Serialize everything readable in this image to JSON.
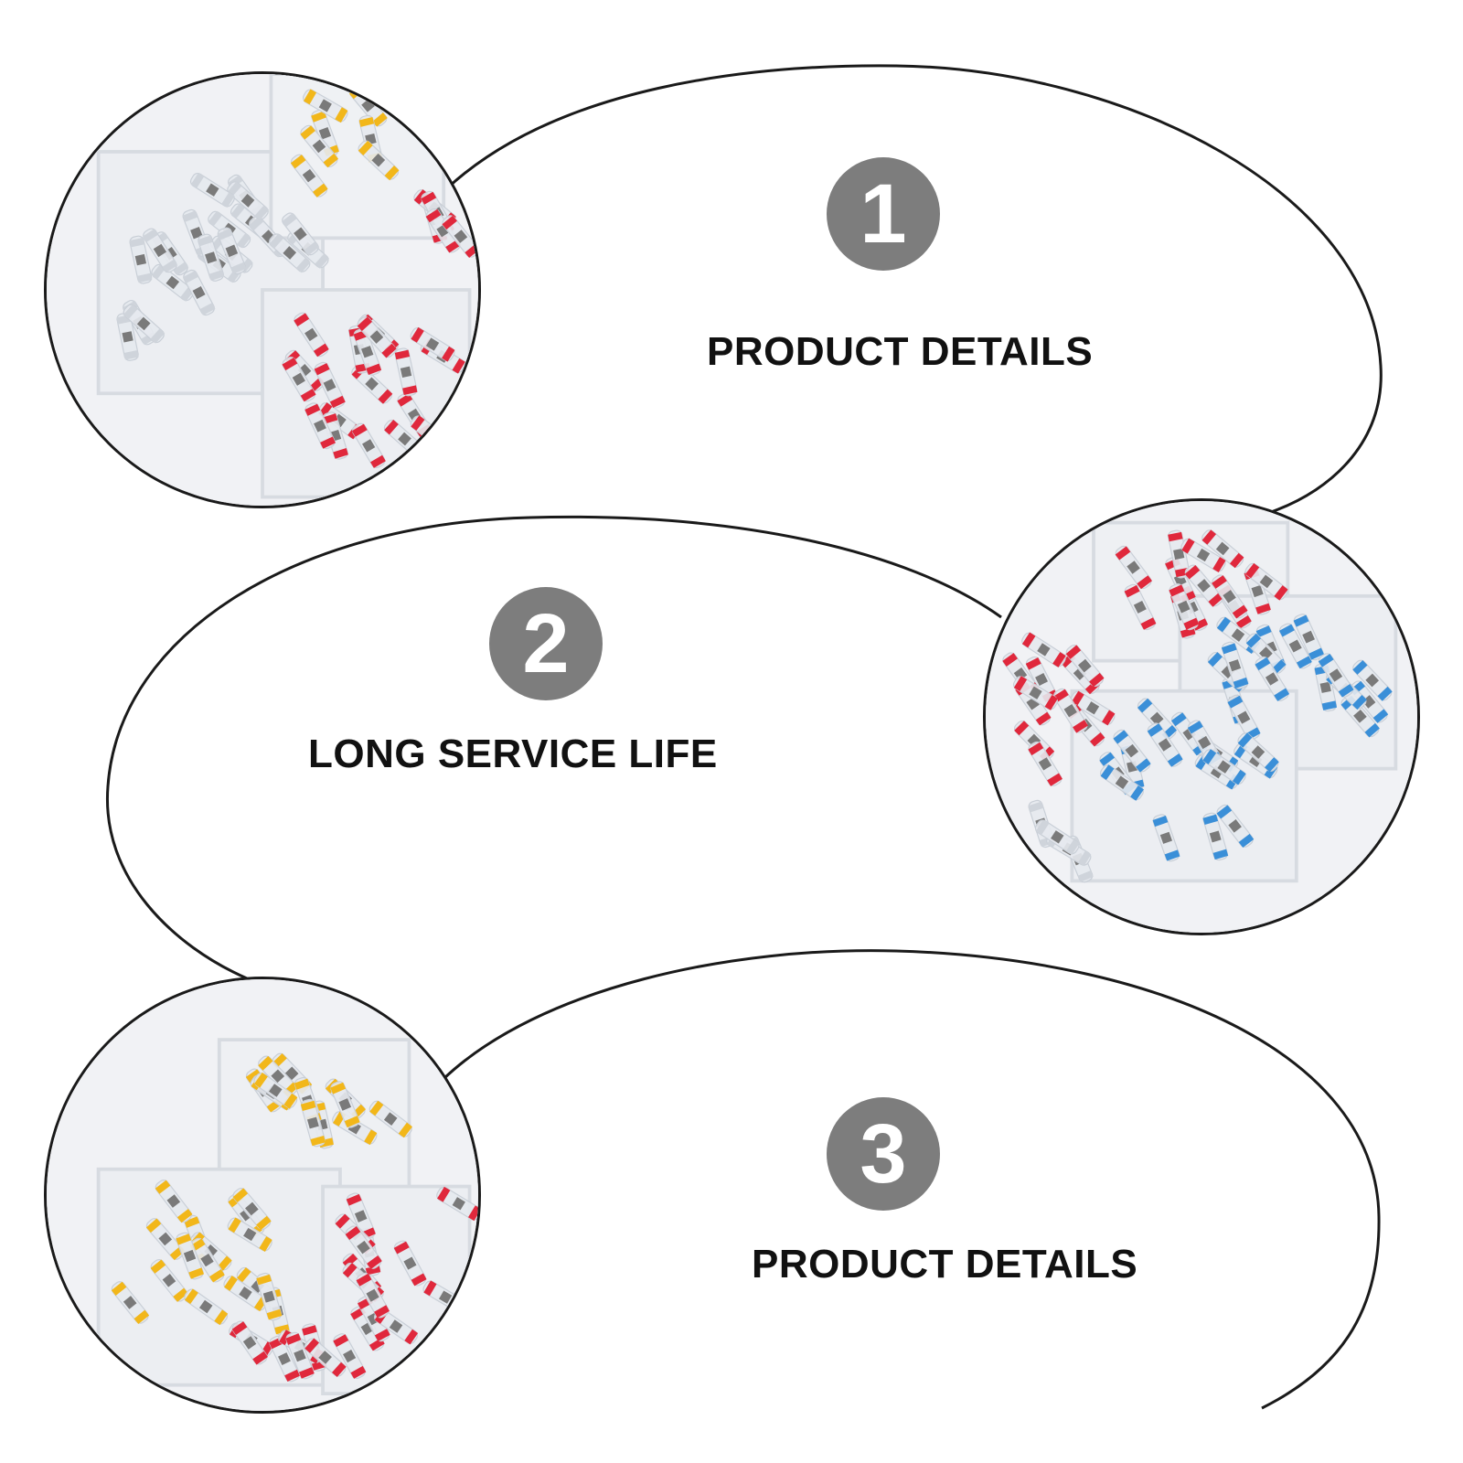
{
  "colors": {
    "badge_fill": "#7d7d7d",
    "badge_text": "#ffffff",
    "label_text": "#111111",
    "line": "#1a1a1a",
    "connector_red": "#e0283c",
    "connector_blue": "#3a8fd8",
    "connector_yellow": "#f2b71a",
    "connector_clear": "#dfe3e8",
    "solder_grey": "#7a7a7a"
  },
  "sections": [
    {
      "number": "1",
      "label": "PRODUCT DETAILS"
    },
    {
      "number": "2",
      "label": "LONG SERVICE LIFE"
    },
    {
      "number": "3",
      "label": "PRODUCT DETAILS"
    }
  ]
}
